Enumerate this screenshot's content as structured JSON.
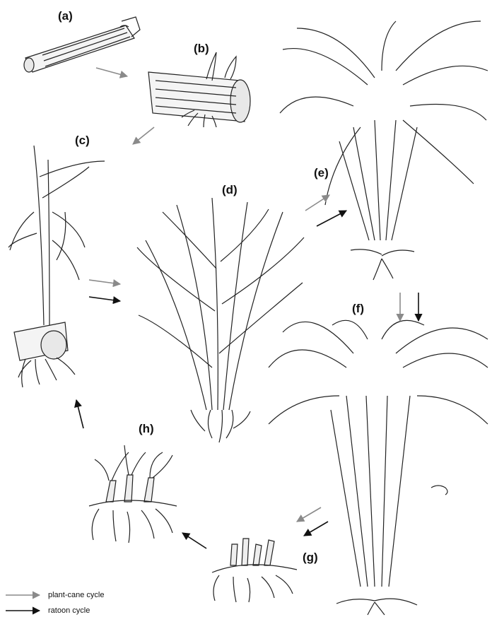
{
  "stages": {
    "a": "(a)",
    "b": "(b)",
    "c": "(c)",
    "d": "(d)",
    "e": "(e)",
    "f": "(f)",
    "g": "(g)",
    "h": "(h)"
  },
  "legend": {
    "plant_cane": "plant-cane cycle",
    "ratoon": "ratoon cycle"
  },
  "colors": {
    "plant_cane_arrow": "#8a8a8a",
    "ratoon_arrow": "#111111",
    "ink": "#222222"
  },
  "icons": {
    "a": "stalk-cutting-illustration",
    "b": "sprouting-bud-illustration",
    "c": "young-shoots-illustration",
    "d": "tillering-clump-illustration",
    "e": "grand-growth-clump-illustration",
    "f": "mature-cane-illustration",
    "g": "harvested-stubble-illustration",
    "h": "ratoon-sprouts-illustration"
  }
}
